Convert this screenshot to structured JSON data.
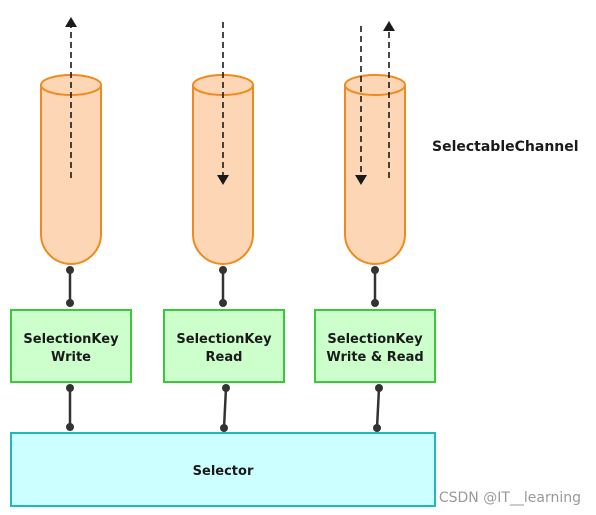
{
  "channel_label": "SelectableChannel",
  "keys": [
    {
      "line1": "SelectionKey",
      "line2": "Write",
      "flow": "out"
    },
    {
      "line1": "SelectionKey",
      "line2": "Read",
      "flow": "in"
    },
    {
      "line1": "SelectionKey",
      "line2": "Write & Read",
      "flow": "both"
    }
  ],
  "selector_label": "Selector",
  "watermark": "CSDN @IT__learning",
  "colors": {
    "tube_fill": "#fdd7b5",
    "tube_stroke": "#f08a1e",
    "key_fill": "#ccffcc",
    "key_stroke": "#3cc83c",
    "selector_fill": "#ccffff",
    "selector_stroke": "#20b8b8",
    "line": "#333333"
  }
}
